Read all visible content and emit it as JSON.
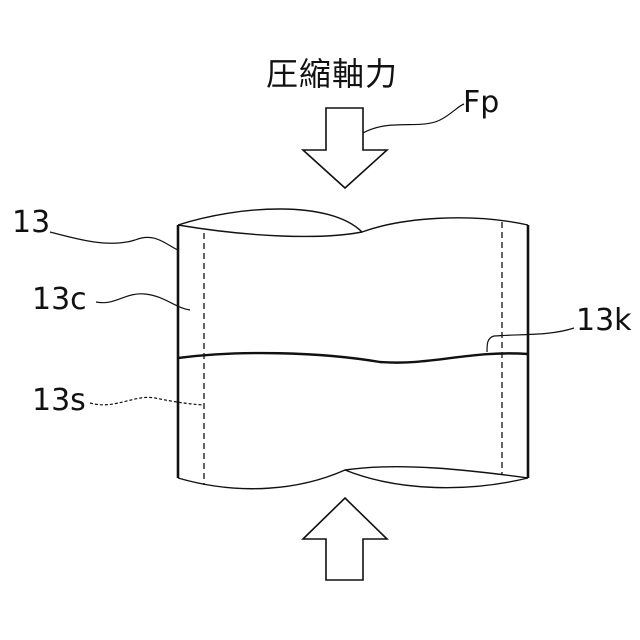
{
  "title": "圧縮軸力",
  "labels": {
    "force": "Fp",
    "body": "13",
    "core": "13c",
    "crease": "13k",
    "seam": "13s"
  },
  "colors": {
    "line": "#111111",
    "background": "#ffffff"
  }
}
